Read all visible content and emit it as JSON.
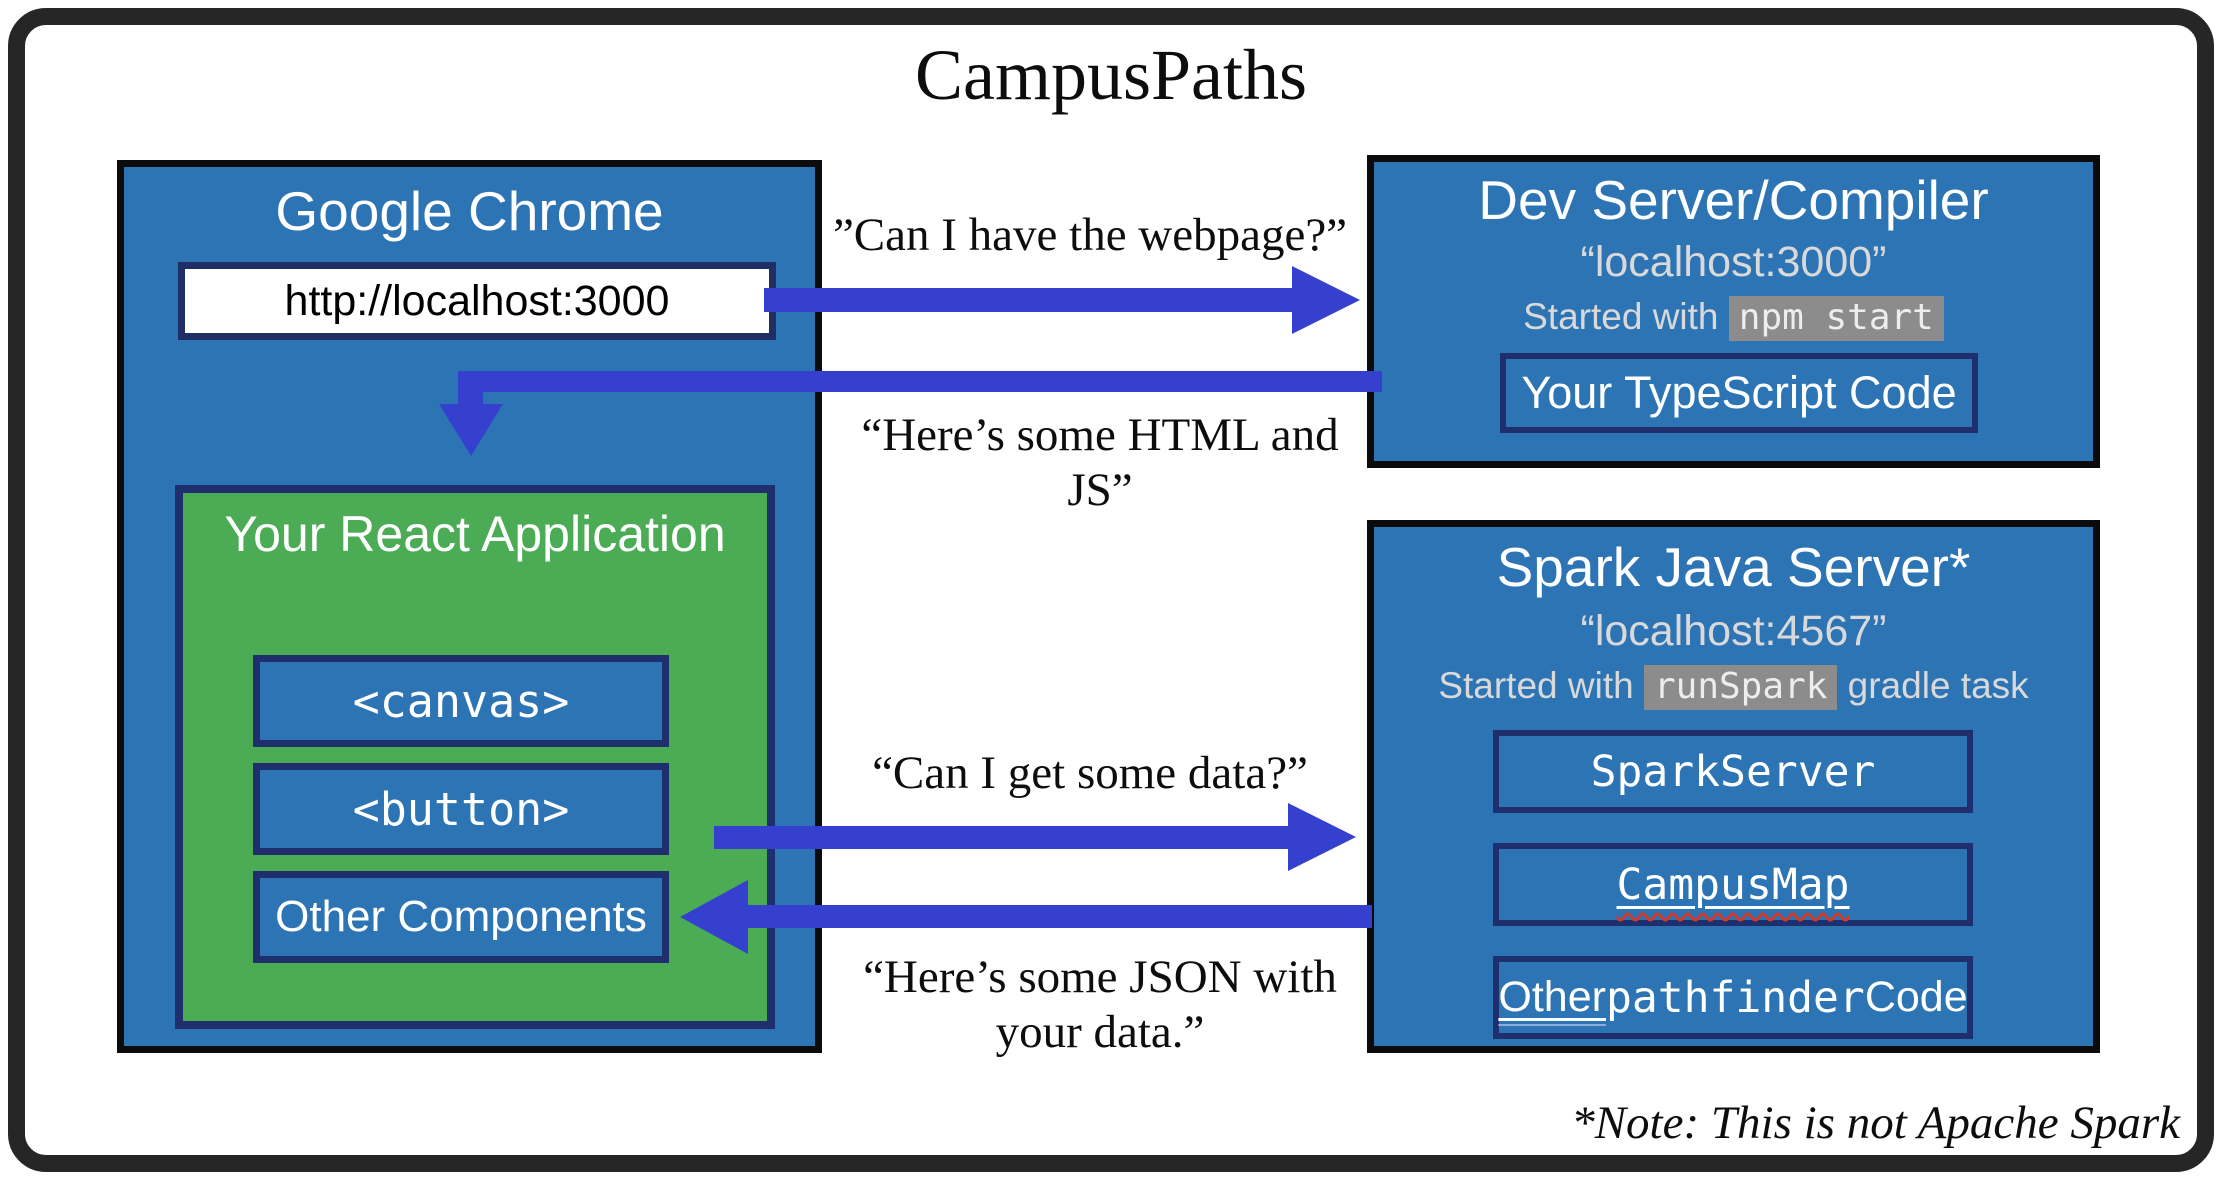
{
  "title": "CampusPaths",
  "note": "*Note: This is not Apache Spark",
  "chrome": {
    "title": "Google Chrome",
    "url_bar": "http://localhost:3000",
    "react": {
      "title": "Your React Application",
      "components": [
        "<canvas>",
        "<button>",
        "Other Components"
      ]
    }
  },
  "dev_server": {
    "title": "Dev Server/Compiler",
    "host": "“localhost:3000”",
    "started_prefix": "Started with ",
    "started_code": "npm start",
    "code_box": "Your TypeScript Code"
  },
  "spark_server": {
    "title": "Spark Java Server*",
    "host": "“localhost:4567”",
    "started_prefix": "Started with ",
    "started_code": "runSpark",
    "started_suffix": " gradle task",
    "boxes": {
      "spark_server": "SparkServer",
      "campus_map": "CampusMap",
      "other_label": "Other",
      "other_mid": " pathfinder",
      "other_suffix": " Code"
    }
  },
  "messages": {
    "request_page": "”Can I have the webpage?”",
    "response_page_line1": "“Here’s some HTML and",
    "response_page_line2": "JS”",
    "request_data": "“Can I get some data?”",
    "response_data_line1": "“Here’s some JSON with",
    "response_data_line2": "your data.”"
  },
  "colors": {
    "box_blue": "#2d74b4",
    "react_green": "#4bac55",
    "border_navy": "#1f2f6e",
    "arrow_blue": "#3640cf",
    "frame_dark": "#262626",
    "code_bg": "#8c8c8c",
    "subtitle_gray": "#d9d9d9"
  }
}
